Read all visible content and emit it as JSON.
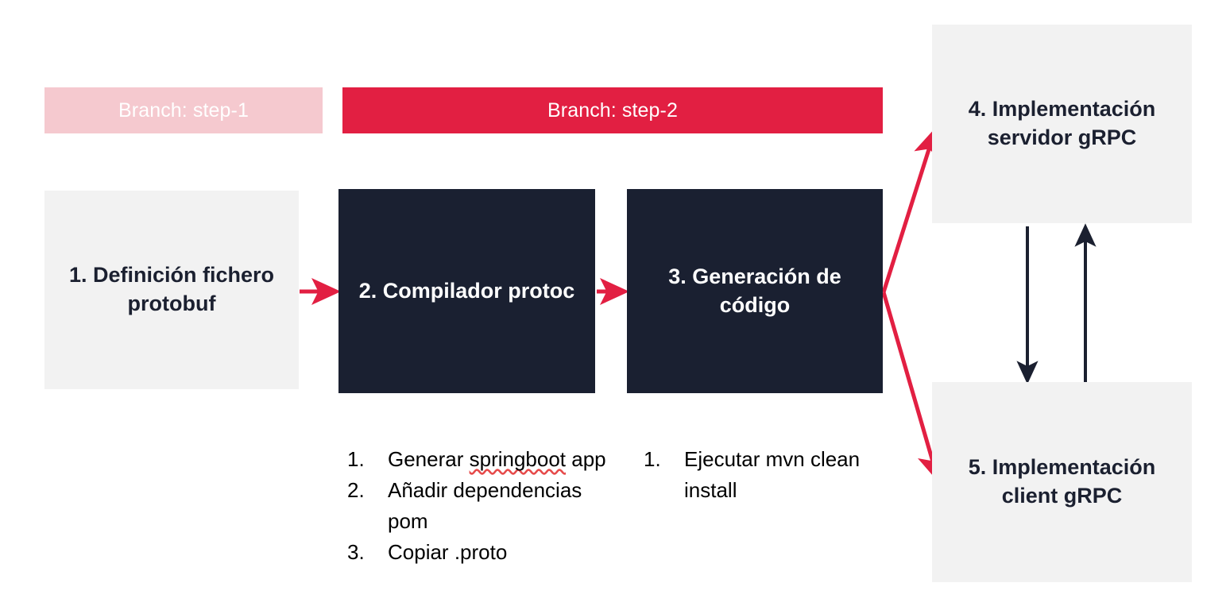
{
  "diagram": {
    "title_context": "gRPC workshop flow",
    "colors": {
      "accent_red": "#e21f42",
      "accent_pink": "#f5c9cf",
      "box_dark": "#1a2031",
      "box_light": "#f2f2f2",
      "text_dark": "#1b2030",
      "text_light": "#ffffff",
      "arrow_black": "#1b2030",
      "background": "#ffffff"
    },
    "banners": [
      {
        "id": "step-1",
        "label": "Branch: step-1",
        "style": "pink"
      },
      {
        "id": "step-2",
        "label": "Branch: step-2",
        "style": "red"
      }
    ],
    "boxes": [
      {
        "id": "box-1",
        "label": "1. Definición fichero protobuf",
        "style": "light"
      },
      {
        "id": "box-2",
        "label": "2. Compilador protoc",
        "style": "dark"
      },
      {
        "id": "box-3",
        "label": "3. Generación de código",
        "style": "dark"
      },
      {
        "id": "box-4",
        "label": "4. Implementación servidor gRPC",
        "style": "light"
      },
      {
        "id": "box-5",
        "label": "5. Implementación client gRPC",
        "style": "light"
      }
    ],
    "lists": {
      "under_box_2": {
        "items": [
          {
            "num": "1.",
            "text_before": "Generar ",
            "text_misspelled": "springboot",
            "text_after": " app"
          },
          {
            "num": "2.",
            "text_before": "Añadir dependencias pom",
            "text_misspelled": "",
            "text_after": ""
          },
          {
            "num": "3.",
            "text_before": "Copiar .proto",
            "text_misspelled": "",
            "text_after": ""
          }
        ]
      },
      "under_box_3": {
        "items": [
          {
            "num": "1.",
            "text_before": "Ejecutar mvn clean install",
            "text_misspelled": "",
            "text_after": ""
          }
        ]
      }
    },
    "connectors": [
      {
        "id": "arrow-1-to-2",
        "color": "#e21f42",
        "direction": "right"
      },
      {
        "id": "arrow-2-to-3",
        "color": "#e21f42",
        "direction": "right"
      },
      {
        "id": "arrow-3-to-4",
        "color": "#e21f42",
        "direction": "up-right"
      },
      {
        "id": "arrow-3-to-5",
        "color": "#e21f42",
        "direction": "down-right"
      },
      {
        "id": "arrow-4-to-5",
        "color": "#1b2030",
        "direction": "down"
      },
      {
        "id": "arrow-5-to-4",
        "color": "#1b2030",
        "direction": "up"
      }
    ]
  }
}
